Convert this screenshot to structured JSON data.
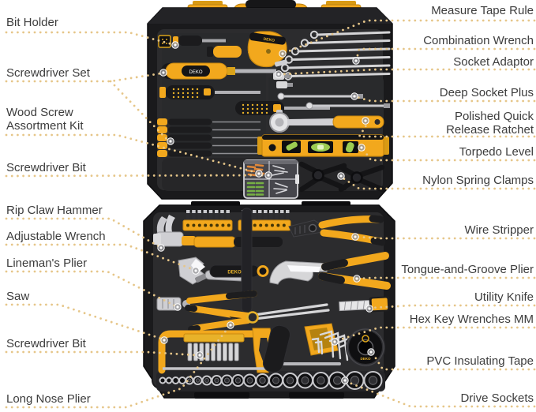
{
  "product": {
    "brand": "DEKO"
  },
  "colors": {
    "bg": "#ffffff",
    "label-color": "#3c3c3c",
    "dot-color": "#e6c689",
    "accent-yellow": "#f2a81d",
    "case-black": "#1a1a1c",
    "tray-gray": "#2c2c2e",
    "chrome": "#d2d2d6",
    "vial-green": "#9ccc52"
  },
  "callouts": {
    "left": [
      {
        "label": "Bit Holder"
      },
      {
        "label": "Screwdriver Set"
      },
      {
        "label": "Wood Screw Assortment Kit"
      },
      {
        "label": "Screwdriver Bit"
      },
      {
        "label": "Rip Claw Hammer"
      },
      {
        "label": "Adjustable Wrench"
      },
      {
        "label": "Lineman's Plier"
      },
      {
        "label": "Saw"
      },
      {
        "label": "Screwdriver Bit"
      },
      {
        "label": "Long Nose Plier"
      }
    ],
    "right": [
      {
        "label": "Measure Tape Rule"
      },
      {
        "label": "Combination Wrench"
      },
      {
        "label": "Socket Adaptor"
      },
      {
        "label": "Deep Socket Plus"
      },
      {
        "label": "Polished Quick Release Ratchet"
      },
      {
        "label": "Torpedo Level"
      },
      {
        "label": "Nylon Spring Clamps"
      },
      {
        "label": "Wire Stripper"
      },
      {
        "label": "Tongue-and-Groove Plier"
      },
      {
        "label": "Utility Knife"
      },
      {
        "label": "Hex Key Wrenches MM"
      },
      {
        "label": "PVC Insulating Tape"
      },
      {
        "label": "Drive Sockets"
      }
    ]
  }
}
